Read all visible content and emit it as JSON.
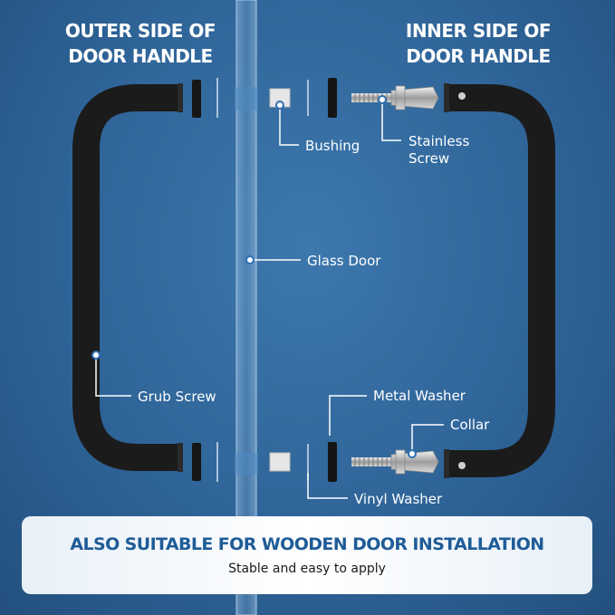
{
  "headings": {
    "outer": "OUTER SIDE OF\nDOOR HANDLE",
    "inner": "INNER SIDE OF\nDOOR HANDLE"
  },
  "labels": {
    "bushing": "Bushing",
    "stainless_screw": "Stainless\nScrew",
    "glass_door": "Glass Door",
    "grub_screw": "Grub Screw",
    "metal_washer": "Metal Washer",
    "collar": "Collar",
    "vinyl_washer": "Vinyl Washer"
  },
  "banner": {
    "title": "ALSO SUITABLE FOR WOODEN DOOR INSTALLATION",
    "subtitle": "Stable and easy to apply"
  },
  "colors": {
    "background": "#2f6498",
    "handle": "#1b1b1b",
    "glass": "#8fb4d6",
    "callout_dot": "#ffffff",
    "banner_title": "#1f5c97"
  }
}
